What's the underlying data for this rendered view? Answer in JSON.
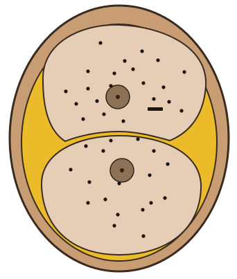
{
  "diagram": {
    "colors": {
      "background": "#ffffff",
      "outline": "#3a2b20",
      "outer_shell": "#c89d74",
      "inner_layer": "#ebbb2a",
      "cell_body": "#e6cdb5",
      "nucleus_outer": "#8d7154",
      "nucleus_inner": "#2e2117",
      "granule": "#1b1612"
    },
    "cells": [
      {
        "id": "upper-cell",
        "granule_count": 21,
        "has_bar_mark": true
      },
      {
        "id": "lower-cell",
        "granule_count": 18,
        "has_bar_mark": false
      }
    ]
  }
}
